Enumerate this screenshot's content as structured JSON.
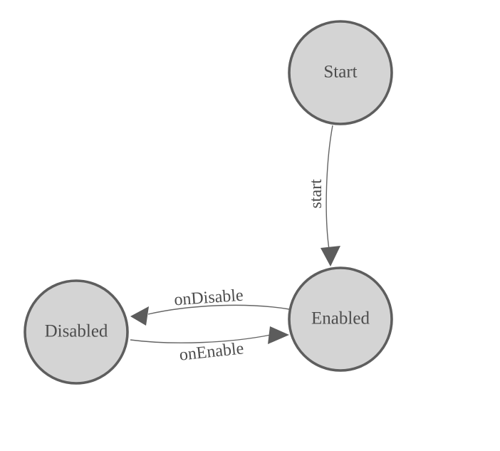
{
  "diagram": {
    "title": "state-machine-diagram",
    "colors": {
      "background": "#ffffff",
      "node_fill": "#d4d4d4",
      "node_border": "#5e5e5e",
      "edge_stroke": "#646464",
      "arrowhead_fill": "#5c5c5c",
      "label_color": "#4d4d4d"
    },
    "nodes": [
      {
        "id": "start",
        "label": "Start"
      },
      {
        "id": "enabled",
        "label": "Enabled"
      },
      {
        "id": "disabled",
        "label": "Disabled"
      }
    ],
    "edges": [
      {
        "from": "start",
        "to": "enabled",
        "label": "start"
      },
      {
        "from": "enabled",
        "to": "disabled",
        "label": "onDisable"
      },
      {
        "from": "disabled",
        "to": "enabled",
        "label": "onEnable"
      }
    ]
  }
}
